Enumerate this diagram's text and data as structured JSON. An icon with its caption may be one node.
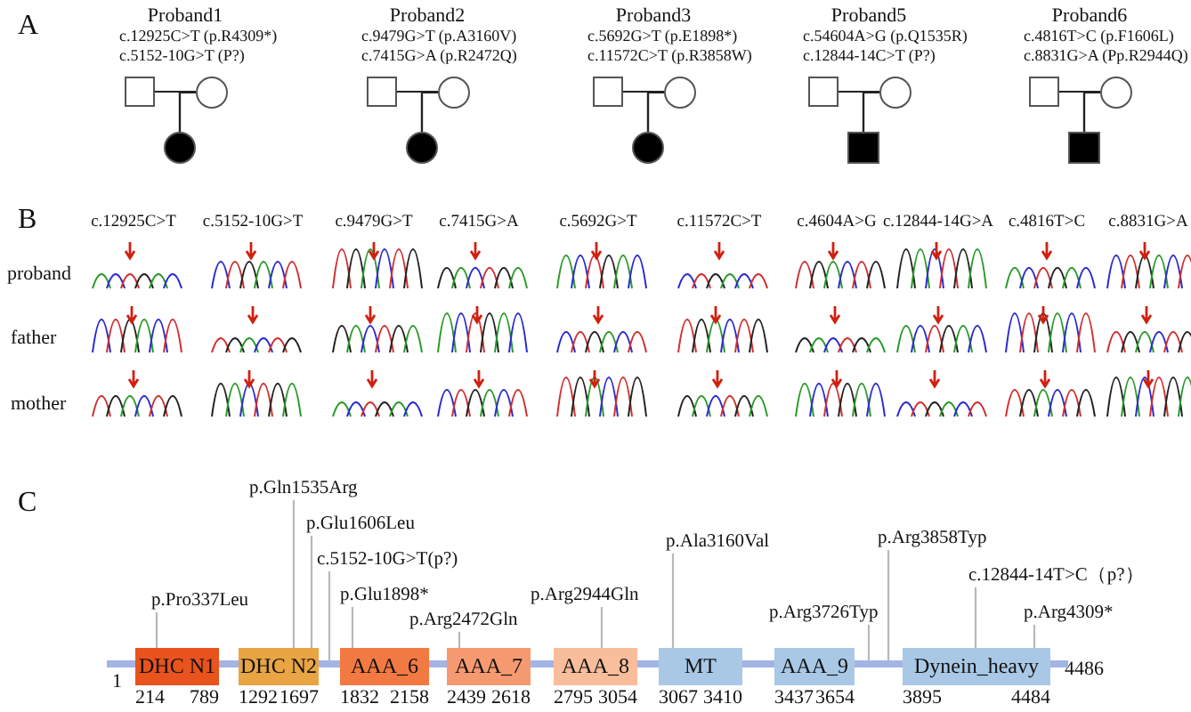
{
  "diagram": {
    "nodes": [
      {
        "text": [],
        "shape": "box"
      },
      {
        "text": [],
        "shape": "circle"
      },
      {
        "text": [],
        "shape": "circle"
      },
      {
        "text": [],
        "shape": "box"
      },
      {
        "text": [],
        "shape": "circle"
      },
      {
        "text": [],
        "shape": "circle"
      },
      {
        "text": [],
        "shape": "box"
      },
      {
        "text": [],
        "shape": "circle"
      },
      {
        "text": [],
        "shape": "circle"
      },
      {
        "text": [],
        "shape": "box"
      },
      {
        "text": [],
        "shape": "circle"
      },
      {
        "text": [],
        "shape": "box"
      },
      {
        "text": [],
        "shape": "box"
      },
      {
        "text": [],
        "shape": "circle"
      },
      {
        "text": [],
        "shape": "box"
      },
      {
        "text": [
          "DHC N1"
        ],
        "beside": [
          "214",
          "789"
        ]
      },
      {
        "text": [
          "DHC N2"
        ],
        "beside": [
          "1292",
          "1697"
        ]
      },
      {
        "text": [
          "AAA_6"
        ],
        "beside": [
          "1832",
          "2158"
        ]
      },
      {
        "text": [
          "AAA_7"
        ],
        "beside": [
          "2439",
          "2618"
        ]
      },
      {
        "text": [
          "AAA_8"
        ],
        "beside": [
          "2795",
          "3054"
        ]
      },
      {
        "text": [
          "MT"
        ],
        "beside": [
          "3067",
          "3410"
        ]
      },
      {
        "text": [
          "AAA_9"
        ],
        "beside": [
          "3437",
          "3654"
        ]
      },
      {
        "text": [
          "Dynein_heavy"
        ],
        "beside": [
          "3895",
          "4484"
        ]
      },
      {
        "text": [
          "p.Pro337Leu"
        ]
      },
      {
        "text": [
          "p.Gln1535Arg"
        ]
      },
      {
        "text": [
          "p.Glu1606Leu"
        ]
      },
      {
        "text": [
          "c.5152-10G>T(p?)"
        ]
      },
      {
        "text": [
          "p.Glu1898*"
        ]
      },
      {
        "text": [
          "p.Arg2472Gln"
        ]
      },
      {
        "text": [
          "p.Arg2944Gln"
        ]
      },
      {
        "text": [
          "p.Ala3160Val"
        ]
      },
      {
        "text": [
          "p.Arg3726Typ"
        ]
      },
      {
        "text": [
          "p.Arg3858Typ"
        ]
      },
      {
        "text": [
          "c.12844-14T>C（p?）"
        ]
      },
      {
        "text": [
          "p.Arg4309*"
        ]
      },
      {
        "text": [],
        "shape": "bar",
        "beside": [
          "1"
        ]
      },
      {
        "text": [],
        "shape": "bar"
      },
      {
        "text": [],
        "shape": "bar"
      },
      {
        "text": [],
        "shape": "bar"
      },
      {
        "text": [],
        "shape": "bar"
      },
      {
        "text": [],
        "shape": "bar"
      },
      {
        "text": [],
        "shape": "bar"
      },
      {
        "text": [],
        "shape": "bar"
      },
      {
        "text": [],
        "shape": "bar",
        "beside": [
          "4486"
        ]
      }
    ],
    "edges": [
      {
        "from": 0,
        "to": 1,
        "arrow": "none"
      },
      {
        "from": 0,
        "to": 2,
        "arrow": "none"
      },
      {
        "from": 1,
        "to": 2,
        "arrow": "none"
      },
      {
        "from": 3,
        "to": 4,
        "arrow": "none"
      },
      {
        "from": 3,
        "to": 5,
        "arrow": "none"
      },
      {
        "from": 4,
        "to": 5,
        "arrow": "none"
      },
      {
        "from": 6,
        "to": 7,
        "arrow": "none"
      },
      {
        "from": 6,
        "to": 8,
        "arrow": "none"
      },
      {
        "from": 7,
        "to": 8,
        "arrow": "none"
      },
      {
        "from": 9,
        "to": 10,
        "arrow": "none"
      },
      {
        "from": 9,
        "to": 11,
        "arrow": "none"
      },
      {
        "from": 10,
        "to": 11,
        "arrow": "none"
      },
      {
        "from": 12,
        "to": 13,
        "arrow": "none"
      },
      {
        "from": 12,
        "to": 14,
        "arrow": "none"
      },
      {
        "from": 13,
        "to": 14,
        "arrow": "none"
      },
      {
        "from": 23,
        "to": 15,
        "arrow": "none",
        "color": "#b8b8b8"
      },
      {
        "from": 24,
        "to": 16,
        "arrow": "none",
        "color": "#b8b8b8"
      },
      {
        "from": 25,
        "to": 16,
        "arrow": "none",
        "color": "#b8b8b8"
      },
      {
        "from": 26,
        "to": 37,
        "arrow": "none",
        "color": "#b8b8b8"
      },
      {
        "from": 27,
        "to": 17,
        "arrow": "none",
        "color": "#b8b8b8"
      },
      {
        "from": 28,
        "to": 18,
        "arrow": "none",
        "color": "#b8b8b8"
      },
      {
        "from": 29,
        "to": 19,
        "arrow": "none",
        "color": "#b8b8b8"
      },
      {
        "from": 30,
        "to": 20,
        "arrow": "none",
        "color": "#b8b8b8"
      },
      {
        "from": 31,
        "to": 42,
        "arrow": "none",
        "color": "#b8b8b8"
      },
      {
        "from": 32,
        "to": 42,
        "arrow": "none",
        "color": "#b8b8b8"
      },
      {
        "from": 33,
        "to": 22,
        "arrow": "none",
        "color": "#b8b8b8"
      },
      {
        "from": 34,
        "to": 22,
        "arrow": "none",
        "color": "#b8b8b8"
      }
    ],
    "labels": [
      "A",
      "Proband1",
      "Proband2",
      "Proband3",
      "Proband5",
      "Proband6",
      "c.12925C>T (p.R4309*)",
      "c.9479G>T (p.A3160V)",
      "c.5692G>T (p.E1898*)",
      "c.54604A>G (p.Q1535R)",
      "c.4816T>C (p.F1606L)",
      "c.5152-10G>T (P?)",
      "c.7415G>A (p.R2472Q)",
      "c.11572C>T (p.R3858W)",
      "c.12844-14C>T (P?)",
      "c.8831G>A (Pp.R2944Q)",
      "B",
      "c.12925C>T",
      "c.5152-10G>T",
      "c.9479G>T",
      "c.7415G>A",
      "c.5692G>T",
      "c.11572C>T",
      "c.4604A>G",
      "c.12844-14G>A",
      "c.4816T>C",
      "c.8831G>A",
      "proband",
      "father",
      "mother",
      "C"
    ]
  }
}
